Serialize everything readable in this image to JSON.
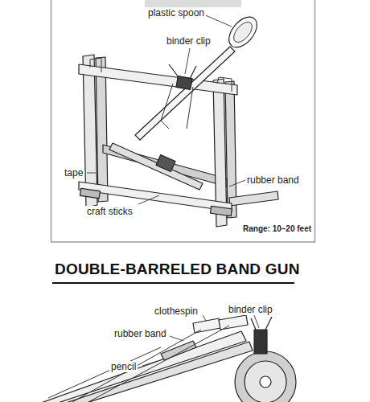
{
  "diagram": {
    "title": "DOUBLE-BARRELED BAND GUN",
    "labels": [
      "plastic spoon",
      "binder clip",
      "tape",
      "rubber band",
      "craft sticks",
      "Range: 10–20 feet",
      "clothespin",
      "binder clip",
      "rubber band",
      "pencil"
    ]
  }
}
